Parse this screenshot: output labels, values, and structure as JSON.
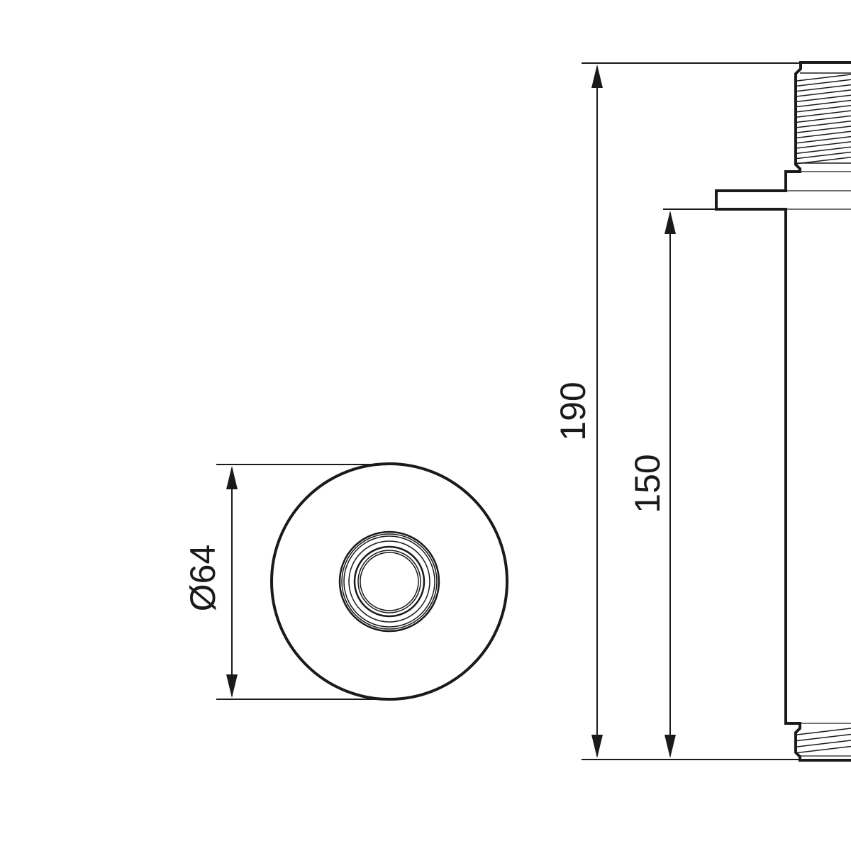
{
  "dimensions": {
    "total_height": "190",
    "body_height": "150",
    "diameter": "Ø64"
  },
  "colors": {
    "line": "#1a1a1a",
    "background": "#ffffff"
  }
}
